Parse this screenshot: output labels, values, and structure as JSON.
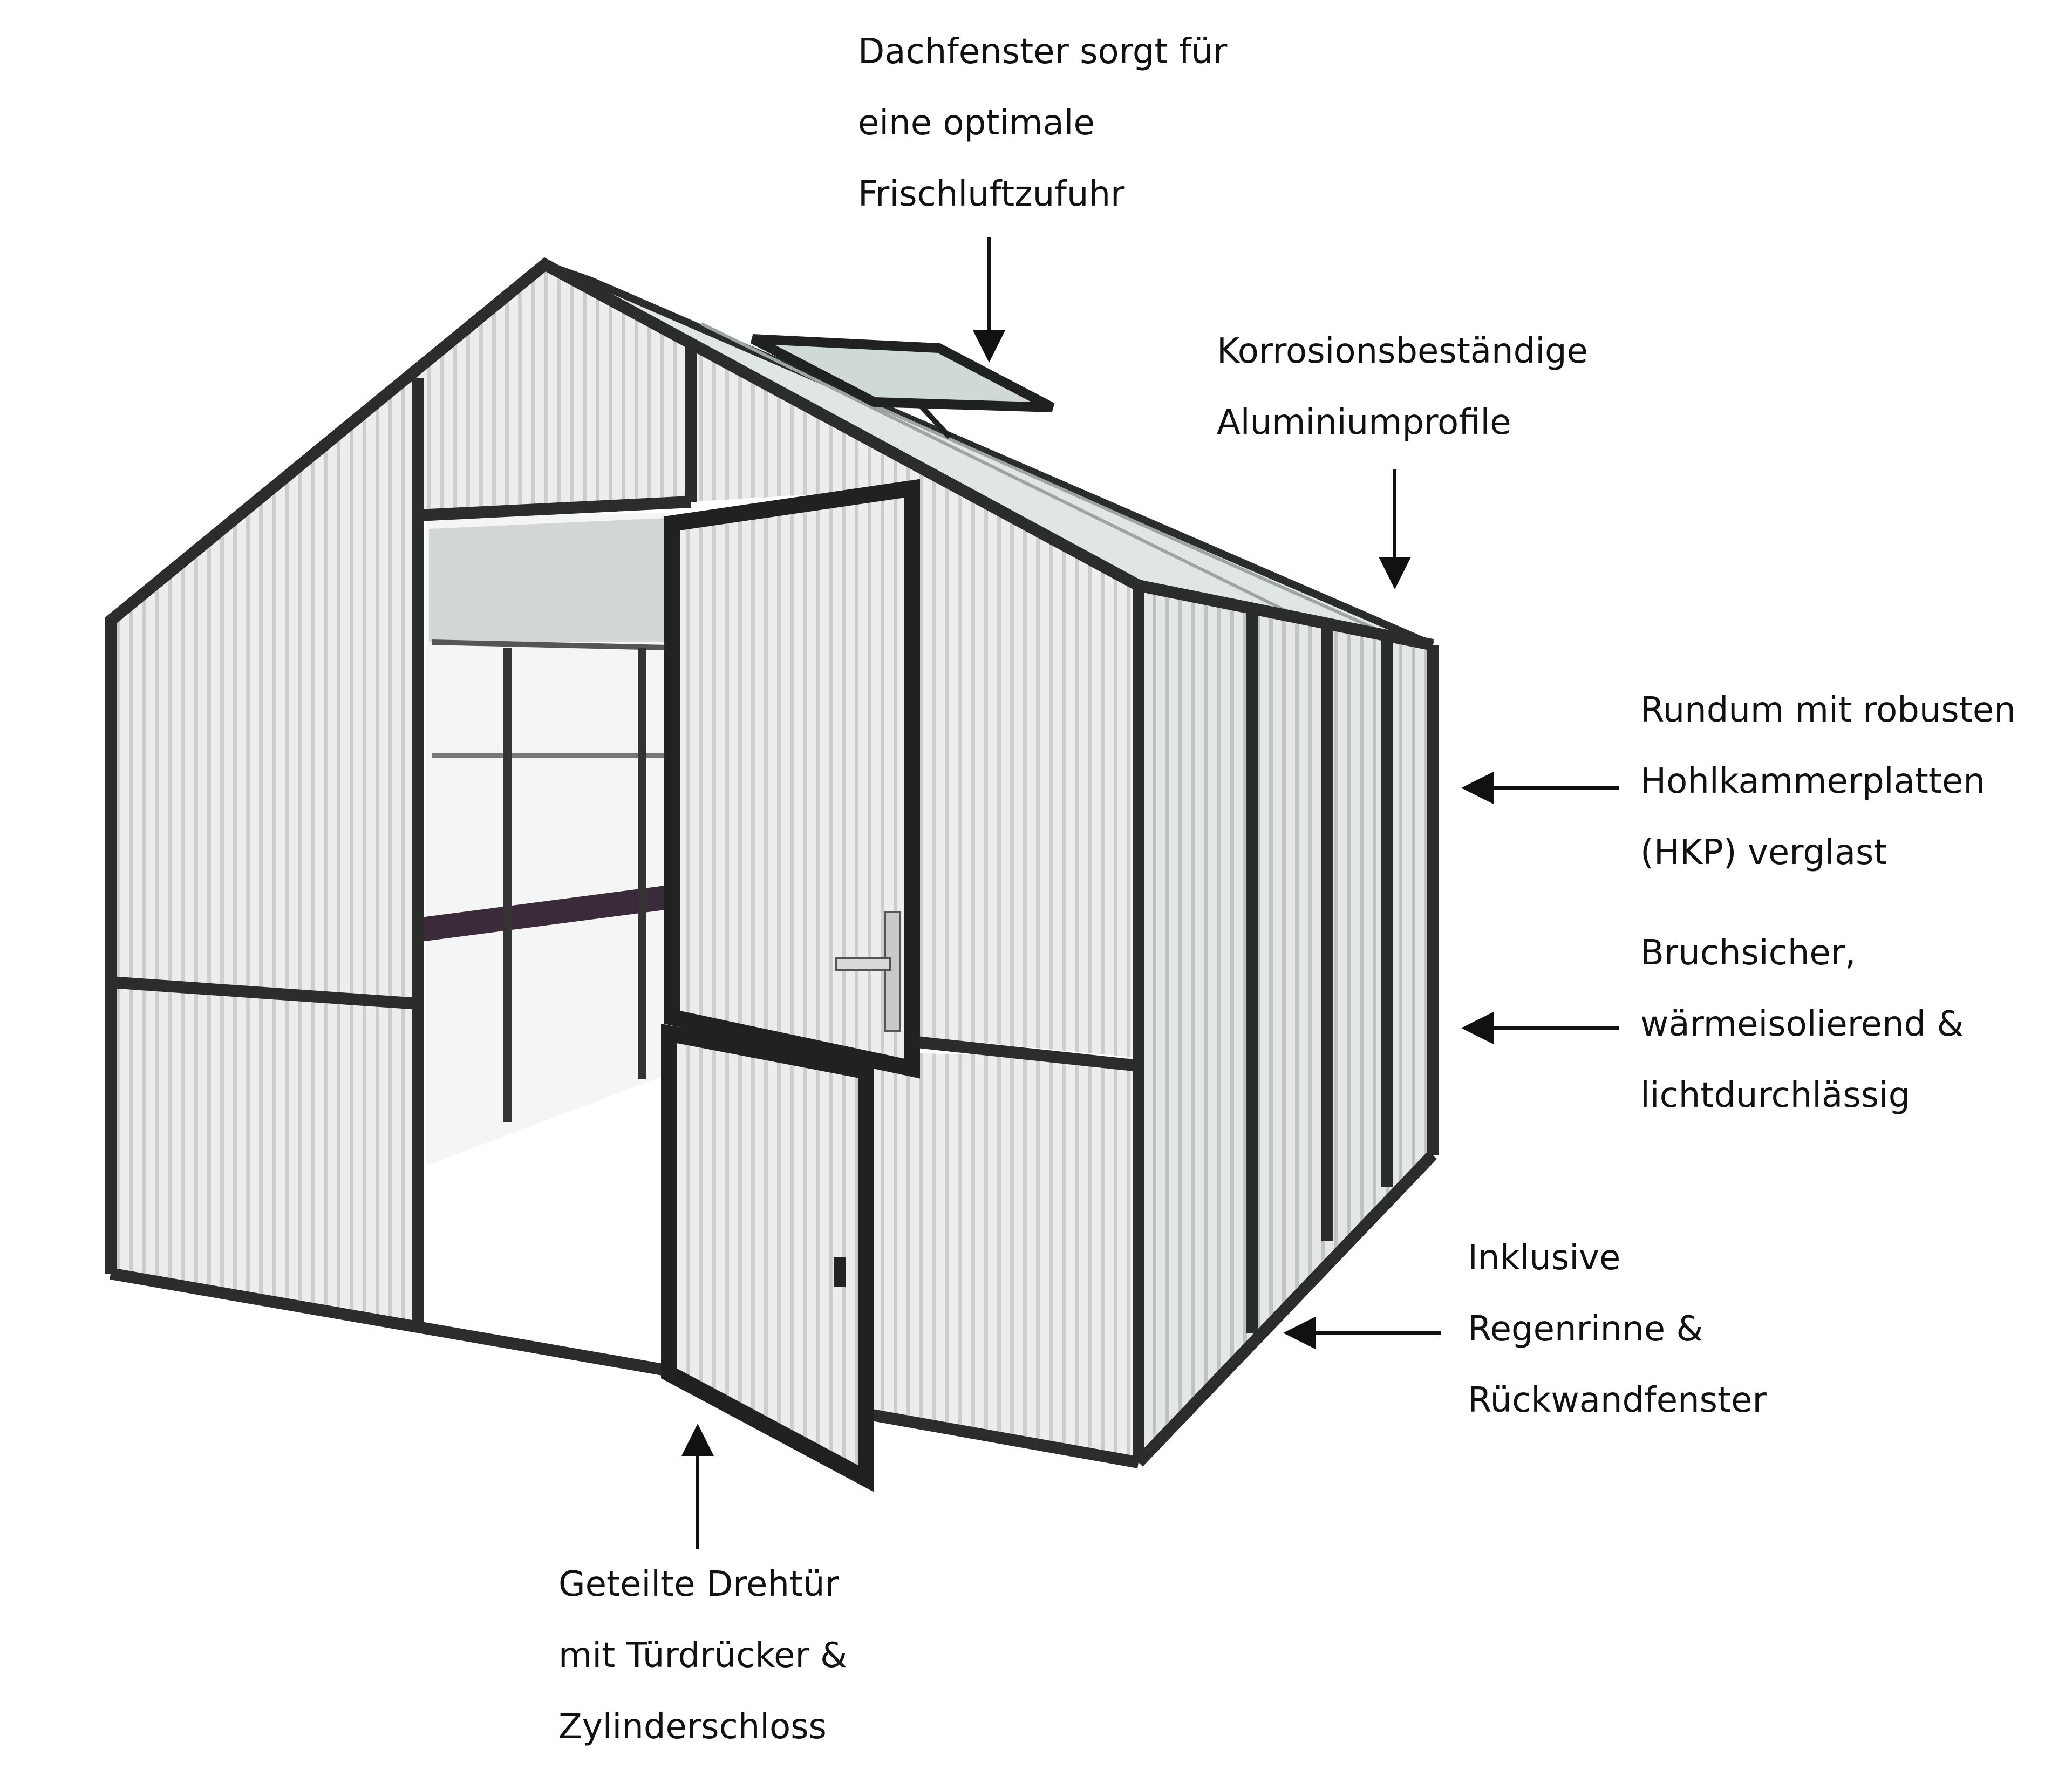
{
  "colors": {
    "frame": "#2a2d2a",
    "panel": "#eceeed",
    "panel_stripe": "#c9cccb",
    "roof": "#dfe6e3",
    "shelf": "#3a2a3a",
    "text": "#111111",
    "arrow": "#111111"
  },
  "labels": {
    "roof_window": [
      "Dachfenster sorgt für",
      "eine optimale",
      "Frischluftzufuhr"
    ],
    "aluminium": [
      "Korrosionsbeständige",
      "Aluminiumprofile"
    ],
    "hkp": [
      "Rundum mit robusten",
      "Hohlkammerplatten",
      "(HKP) verglast"
    ],
    "properties": [
      "Bruchsicher,",
      "wärmeisolierend &",
      "lichtdurchlässig"
    ],
    "gutter": [
      "Inklusive",
      "Regenrinne &",
      "Rückwandfenster"
    ],
    "door": [
      "Geteilte Drehtür",
      "mit Türdrücker &",
      "Zylinderschloss"
    ]
  },
  "icons": {
    "greenhouse": "greenhouse-illustration",
    "arrow": "arrow-icon"
  }
}
